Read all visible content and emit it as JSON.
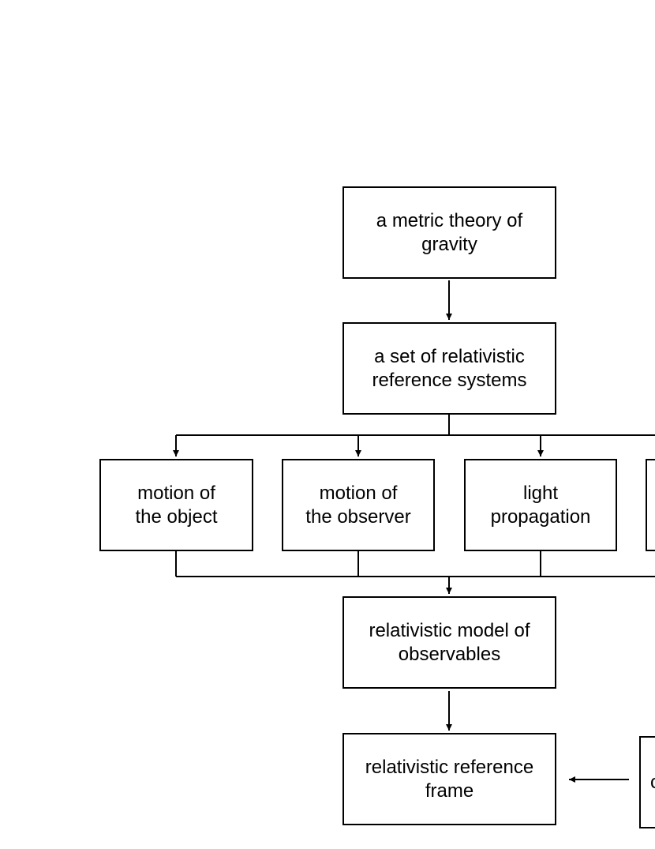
{
  "colors": {
    "stroke": "#000000",
    "background": "#ffffff"
  },
  "nodes": {
    "metric_theory": "a metric theory of\ngravity",
    "reference_systems": "a set of relativistic\nreference systems",
    "motion_object": "motion of\nthe object",
    "motion_observer": "motion of\nthe observer",
    "light_propagation": "light\npropagation",
    "model_observables": "relativistic model of\nobservables",
    "reference_frame": "relativistic reference\nframe",
    "offscreen_right_bottom": "c"
  }
}
